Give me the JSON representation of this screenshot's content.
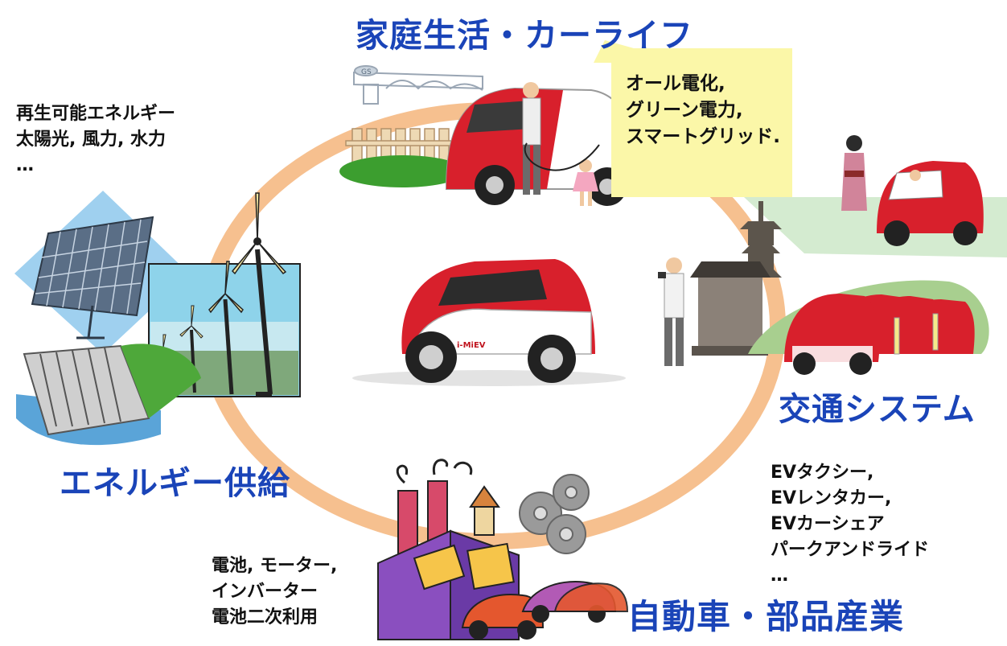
{
  "sections": {
    "home": {
      "title": "家庭生活・カーライフ",
      "items": [
        "オール電化,",
        "グリーン電力,",
        "スマートグリッド."
      ]
    },
    "energy": {
      "title": "エネルギー供給",
      "items": [
        "再生可能エネルギー",
        "太陽光, 風力, 水力",
        "…"
      ]
    },
    "transport": {
      "title": "交通システム",
      "items": [
        "EVタクシー,",
        "EVレンタカー,",
        "EVカーシェア",
        "パークアンドライド",
        "…"
      ]
    },
    "industry": {
      "title": "自動車・部品産業",
      "items": [
        "電池, モーター,",
        "インバーター",
        "電池二次利用"
      ]
    }
  },
  "car_badge": "i-MiEV",
  "gs_sign": "GS",
  "colors": {
    "title_blue": "#1a44b8",
    "ring_orange": "#f6c08f",
    "car_red": "#d8202c",
    "note_yellow": "#fbf7a8"
  }
}
